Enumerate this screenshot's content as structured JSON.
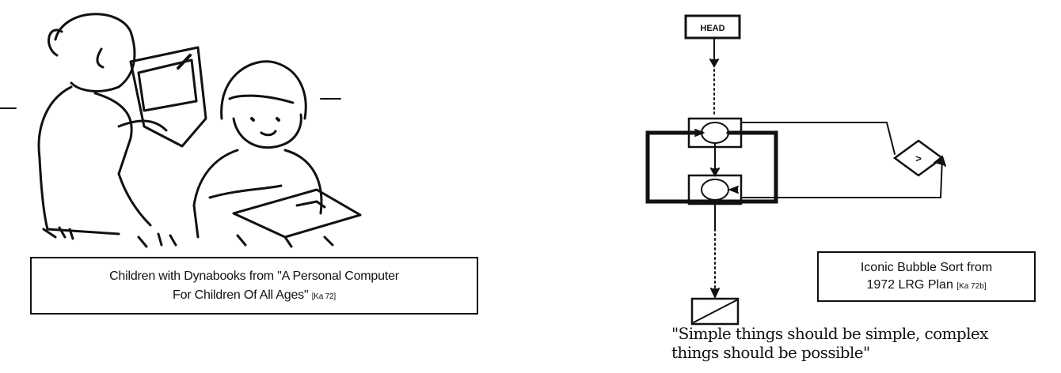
{
  "left_figure": {
    "caption_line1": "Children with Dynabooks from \"A Personal Computer",
    "caption_line2": "For Children Of All Ages\"",
    "caption_cite": "[Ka 72]"
  },
  "right_figure": {
    "head_label": "HEAD",
    "compare_label": ">",
    "caption_line1": "Iconic Bubble Sort from",
    "caption_line2": "1972 LRG Plan",
    "caption_cite": "[Ka 72b]"
  },
  "quote": {
    "line1": "\"Simple things should be simple, complex",
    "line2": "things should be possible\""
  }
}
